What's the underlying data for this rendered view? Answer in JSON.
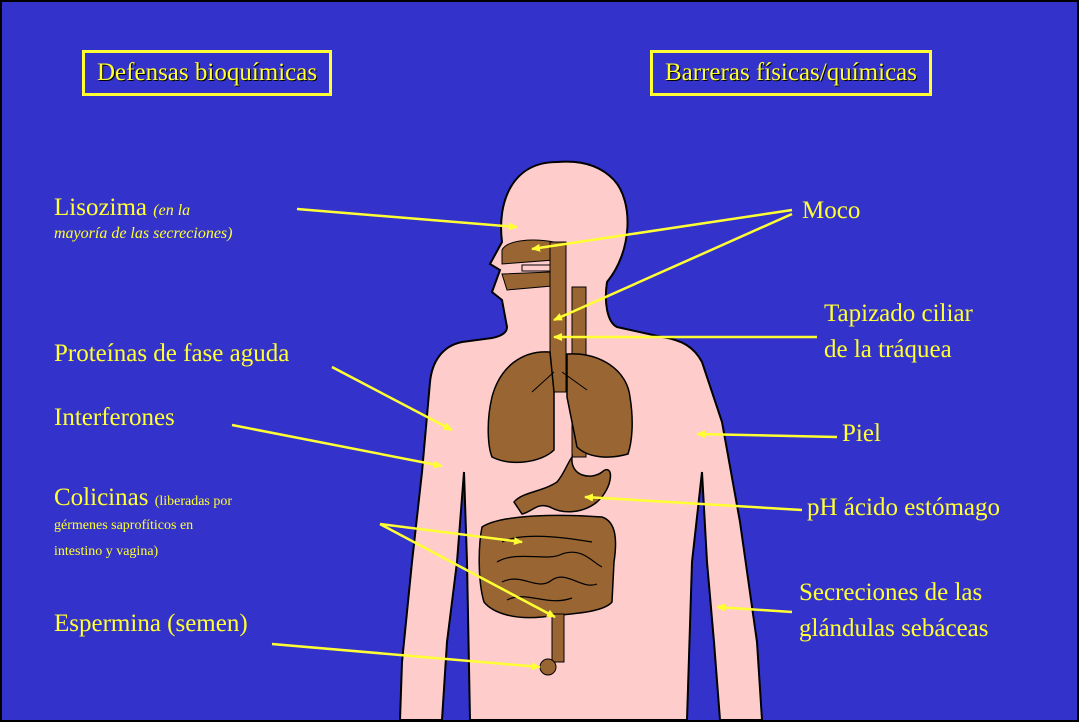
{
  "headers": {
    "left": "Defensas bioquímicas",
    "right": "Barreras físicas/químicas"
  },
  "left_labels": {
    "lisozima": "Lisozima",
    "lisozima_note_1": "(en la",
    "lisozima_note_2": "mayoría de las secreciones)",
    "proteinas": "Proteínas de fase aguda",
    "interferones": "Interferones",
    "colicinas": "Colicinas",
    "colicinas_note_1": "(liberadas por",
    "colicinas_note_2": "gérmenes saprofíticos en",
    "colicinas_note_3": "intestino y vagina)",
    "espermina": "Espermina (semen)"
  },
  "right_labels": {
    "moco": "Moco",
    "tapizado_1": "Tapizado ciliar",
    "tapizado_2": "de la tráquea",
    "piel": "Piel",
    "ph": "pH ácido estómago",
    "secreciones_1": "Secreciones de las",
    "secreciones_2": "glándulas sebáceas"
  },
  "colors": {
    "background": "#3333CC",
    "text": "#FFFF33",
    "skin": "#FFCCCC",
    "organs": "#996633"
  }
}
